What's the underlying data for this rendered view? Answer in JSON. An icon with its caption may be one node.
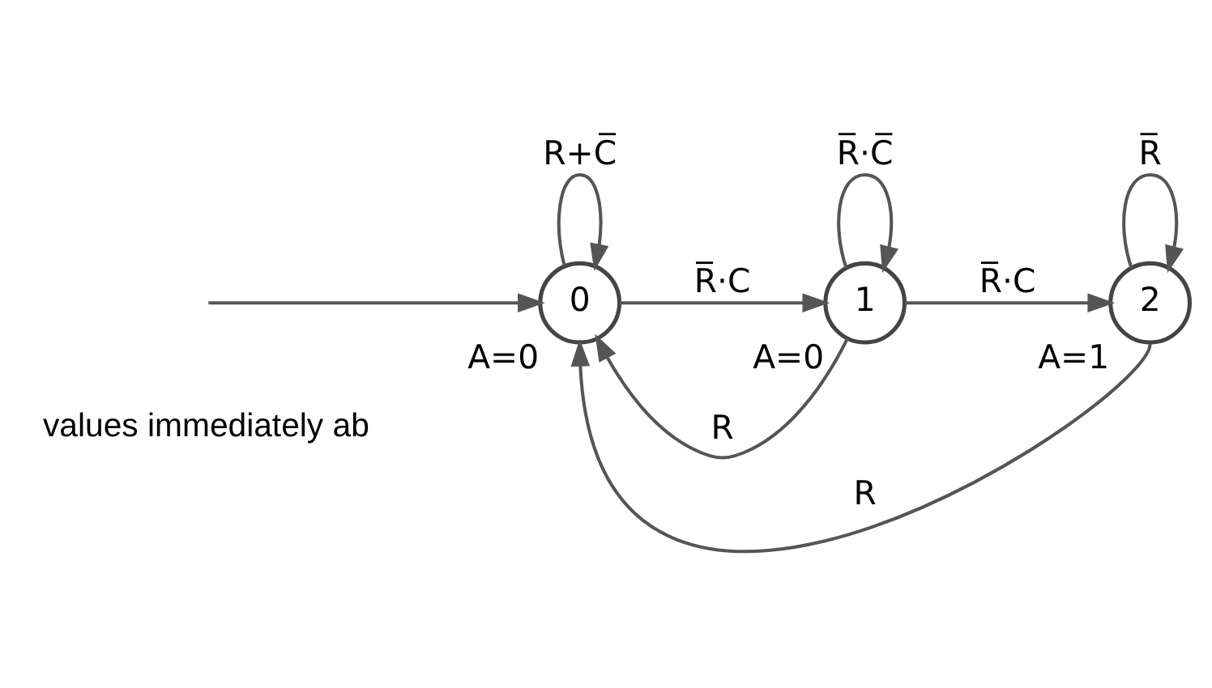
{
  "diagram": {
    "nodes": [
      {
        "text": [
          "0"
        ],
        "beside": [
          "A=0"
        ]
      },
      {
        "text": [
          "1"
        ],
        "beside": [
          "A=0"
        ]
      },
      {
        "text": [
          "2"
        ],
        "beside": [
          "A=1"
        ]
      }
    ],
    "edges": [
      {
        "from": null,
        "to": 0,
        "arrow": "to"
      },
      {
        "from": 0,
        "to": 0,
        "arrow": "to",
        "label": "R+C̅"
      },
      {
        "from": 1,
        "to": 0,
        "arrow": "to",
        "label": "R"
      },
      {
        "from": 0,
        "to": 1,
        "arrow": "to",
        "label": "R̅·C"
      },
      {
        "from": 1,
        "to": 1,
        "arrow": "to",
        "label": "R̅·C̅"
      },
      {
        "from": 1,
        "to": 2,
        "arrow": "to",
        "label": "R̅·C"
      },
      {
        "from": 2,
        "to": 2,
        "arrow": "to",
        "label": "R̅"
      },
      {
        "from": 2,
        "to": 0,
        "arrow": "to",
        "label": "R"
      }
    ],
    "labels": [
      "values immediately ab"
    ]
  }
}
